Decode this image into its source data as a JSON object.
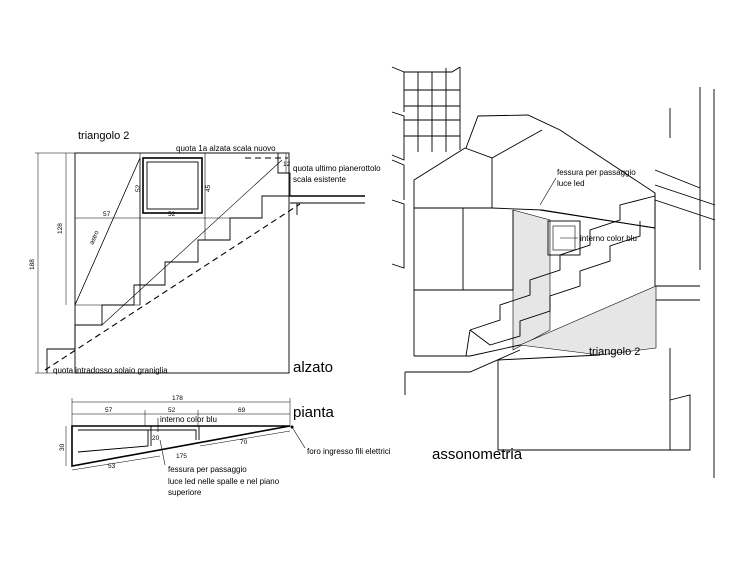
{
  "elevation": {
    "title": "triangolo 2",
    "label_first_riser": "quota 1a alzata scala nuovo",
    "label_last_landing_1": "quota ultimo pianerottolo",
    "label_last_landing_2": "scala esistente",
    "label_soffit": "quota intradosso solaio graniglia",
    "view_name": "alzato",
    "dims": {
      "overall_height": "188",
      "inner_height": "128",
      "diagonal": "astro",
      "span_left": "57",
      "span_right": "52",
      "box_width": "52",
      "box_height": "45",
      "top_gap": "12"
    }
  },
  "plan": {
    "view_name": "pianta",
    "label_interior": "interno color blu",
    "label_slot_1": "fessura per passaggio",
    "label_slot_2": "luce led nelle spalle e nel piano",
    "label_slot_3": "superiore",
    "label_hole": "foro ingresso fili elettrici",
    "dims": {
      "total": "178",
      "seg_a": "57",
      "seg_b": "52",
      "seg_c": "69",
      "depth": "30",
      "bottom_left": "53",
      "bottom_mid": "175",
      "bottom_right": "70",
      "inner": "20"
    }
  },
  "axonometric": {
    "view_name": "assonometria",
    "label_slot_1": "fessura per passaggio",
    "label_slot_2": "luce led",
    "label_interior": "interno color blu",
    "label_triangle": "triangolo 2"
  },
  "colors": {
    "ink": "#000000",
    "shade": "#e6e6e6",
    "paper": "#ffffff"
  }
}
